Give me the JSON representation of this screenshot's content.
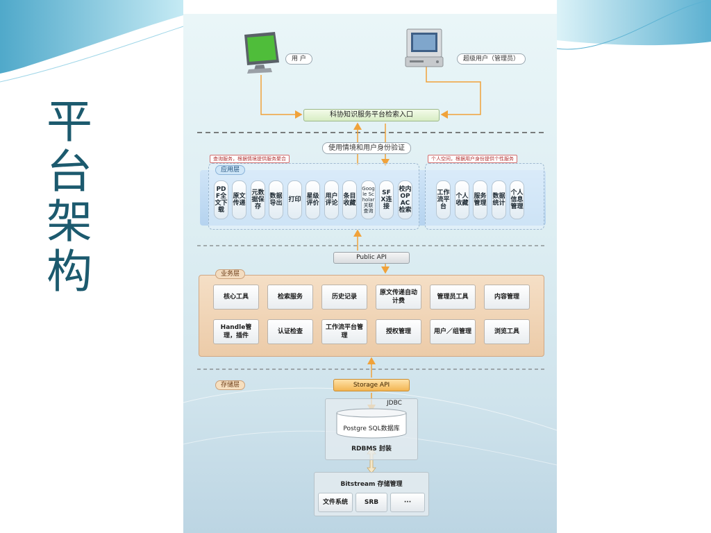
{
  "page": {
    "title_chars": [
      "平",
      "台",
      "架",
      "构"
    ]
  },
  "diagram": {
    "user_label": "用 户",
    "admin_label": "超级用户（管理员）",
    "portal": "科协知识服务平台检索入口",
    "auth": "使用情境和用户身份验证",
    "app_note_left": "查询服务，根据情境提供服务聚合",
    "app_note_right": "个人空间，根据用户身份提供个性服务",
    "app_layer_label": "应用层",
    "app_items_left": [
      {
        "text": "PDF全文下载",
        "small": false
      },
      {
        "text": "原文传递",
        "small": false
      },
      {
        "text": "元数据保存",
        "small": false
      },
      {
        "text": "数据导出",
        "small": false
      },
      {
        "text": "打印",
        "small": false
      },
      {
        "text": "星级评价",
        "small": false
      },
      {
        "text": "用户评论",
        "small": false
      },
      {
        "text": "条目收藏",
        "small": false
      },
      {
        "text": "Google Scholar关联查询",
        "small": true
      },
      {
        "text": "SFX连接",
        "small": false
      },
      {
        "text": "校内OPAC检索",
        "small": false
      }
    ],
    "app_items_right": [
      {
        "text": "工作流平台"
      },
      {
        "text": "个人收藏"
      },
      {
        "text": "服务管理"
      },
      {
        "text": "数据统计"
      },
      {
        "text": "个人信息管理"
      }
    ],
    "public_api": "Public API",
    "biz_layer_label": "业务层",
    "biz_items": [
      "核心工具",
      "检索服务",
      "历史记录",
      "原文传递自动计费",
      "管理员工具",
      "内容管理",
      "Handle管理，插件",
      "认证检查",
      "工作流平台管 理",
      "授权管理",
      "用户／组管理",
      "浏览工具"
    ],
    "storage_layer_label": "存储层",
    "storage_api": "Storage API",
    "jdbc": "JDBC",
    "db_name": "Postgre SQL数据库",
    "rdbms": "RDBMS 封装",
    "bitstream": "Bitstream 存储管理",
    "bs_items": [
      "文件系统",
      "SRB",
      "···"
    ]
  }
}
